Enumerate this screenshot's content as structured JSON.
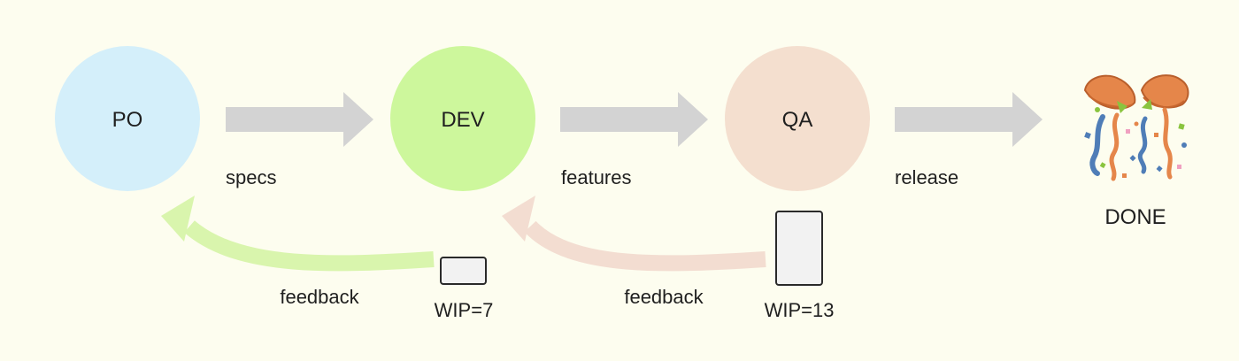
{
  "nodes": [
    {
      "label": "PO",
      "color": "#d4effa"
    },
    {
      "label": "DEV",
      "color": "#cdf79c"
    },
    {
      "label": "QA",
      "color": "#f4dfcf"
    }
  ],
  "flows": [
    {
      "label": "specs"
    },
    {
      "label": "features"
    },
    {
      "label": "release"
    }
  ],
  "feedback": [
    {
      "label": "feedback",
      "color": "#d9f5ad"
    },
    {
      "label": "feedback",
      "color": "#f3ddd1"
    }
  ],
  "wip": [
    {
      "label": "WIP=7"
    },
    {
      "label": "WIP=13"
    }
  ],
  "done": {
    "label": "DONE",
    "icon": "party-popper-icon"
  },
  "colors": {
    "background": "#fdfdef",
    "flow_arrow": "#d3d3d3",
    "text": "#1f1f1f"
  }
}
